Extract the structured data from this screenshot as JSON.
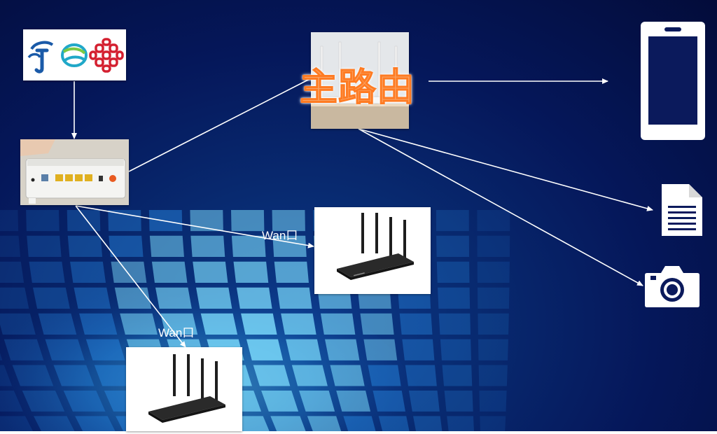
{
  "main_router_label": "主路由",
  "wan_labels": [
    "Wan口",
    "Wan口"
  ],
  "icons": {
    "isp_logos": [
      "china-telecom-logo",
      "china-mobile-logo",
      "china-unicom-logo"
    ],
    "phone": "phone-icon",
    "document": "document-icon",
    "camera": "camera-icon"
  },
  "colors": {
    "background_dark": "#030c3a",
    "background_light": "#0c3a8a",
    "grid_cyan": "#3ec6ff",
    "title_orange": "#f7a56a",
    "telecom_blue": "#1a5aa8",
    "mobile_teal": "#20a8c8",
    "unicom_red": "#d42030"
  }
}
